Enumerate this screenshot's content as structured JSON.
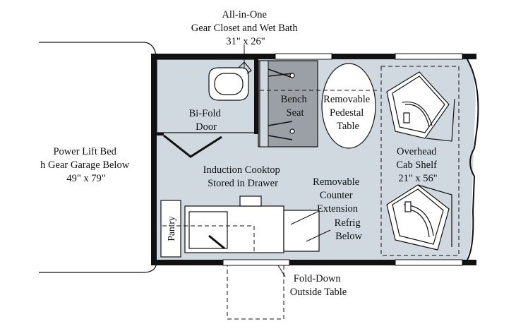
{
  "labels": {
    "closet": [
      "All-in-One",
      "Gear Closet and Wet Bath",
      "31\" x 26\""
    ],
    "bed": [
      "Power Lift Bed",
      "h Gear Garage Below",
      "49\" x 79\""
    ],
    "bifold": [
      "Bi-Fold",
      "Door"
    ],
    "bench": [
      "Bench",
      "Seat"
    ],
    "table": [
      "Removable",
      "Pedestal",
      "Table"
    ],
    "shelf": [
      "Overhead",
      "Cab Shelf",
      "21\" x 56\""
    ],
    "cooktop": [
      "Induction Cooktop",
      "Stored in Drawer"
    ],
    "counter": [
      "Removable",
      "Counter",
      "Extension"
    ],
    "refrig": [
      "Refrig",
      "Below"
    ],
    "pantry": "Pantry",
    "outside": [
      "Fold-Down",
      "Outside Table"
    ]
  },
  "colors": {
    "floor": "#cfd9df",
    "wall": "#111111",
    "bench": "#9aa0a6"
  }
}
